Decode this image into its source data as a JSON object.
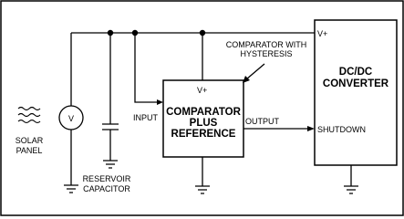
{
  "diagram": {
    "comparator": {
      "supply_label": "V+",
      "name_lines": [
        "COMPARATOR",
        "PLUS",
        "REFERENCE"
      ],
      "input_label": "INPUT",
      "output_label": "OUTPUT"
    },
    "annotation": {
      "lines": [
        "COMPARATOR WITH",
        "HYSTERESIS"
      ]
    },
    "converter": {
      "supply_label": "V+",
      "name_lines": [
        "DC/DC",
        "CONVERTER"
      ],
      "shutdown_label": "SHUTDOWN"
    },
    "solar_panel": {
      "meter_symbol": "V",
      "label_lines": [
        "SOLAR",
        "PANEL"
      ]
    },
    "capacitor": {
      "label_lines": [
        "RESERVOIR",
        "CAPACITOR"
      ]
    }
  }
}
